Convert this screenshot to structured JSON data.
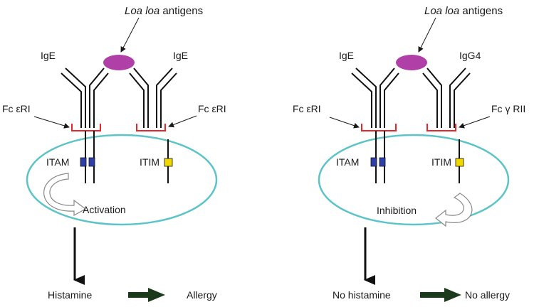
{
  "colors": {
    "cell": "#5cc4c8",
    "receptor": "#e8262a",
    "itam": "#2f3fa8",
    "itim": "#f0d800",
    "antigen": "#b040a8",
    "thick_arrow": "#1b3a1b"
  },
  "left": {
    "antigen_italic": "Loa loa",
    "antigen_rest": " antigens",
    "ab_left": "IgE",
    "ab_right": "IgE",
    "rec_left": "Fc εRI",
    "rec_right": "Fc εRI",
    "itam": "ITAM",
    "itim": "ITIM",
    "signal": "Activation",
    "outcome": "Histamine",
    "result": "Allergy"
  },
  "right": {
    "antigen_italic": "Loa loa",
    "antigen_rest": " antigens",
    "ab_left": "IgE",
    "ab_right": "IgG4",
    "rec_left": "Fc εRI",
    "rec_right": "Fc γ RII",
    "itam": "ITAM",
    "itim": "ITIM",
    "signal": "Inhibition",
    "outcome": "No histamine",
    "result": "No allergy"
  }
}
